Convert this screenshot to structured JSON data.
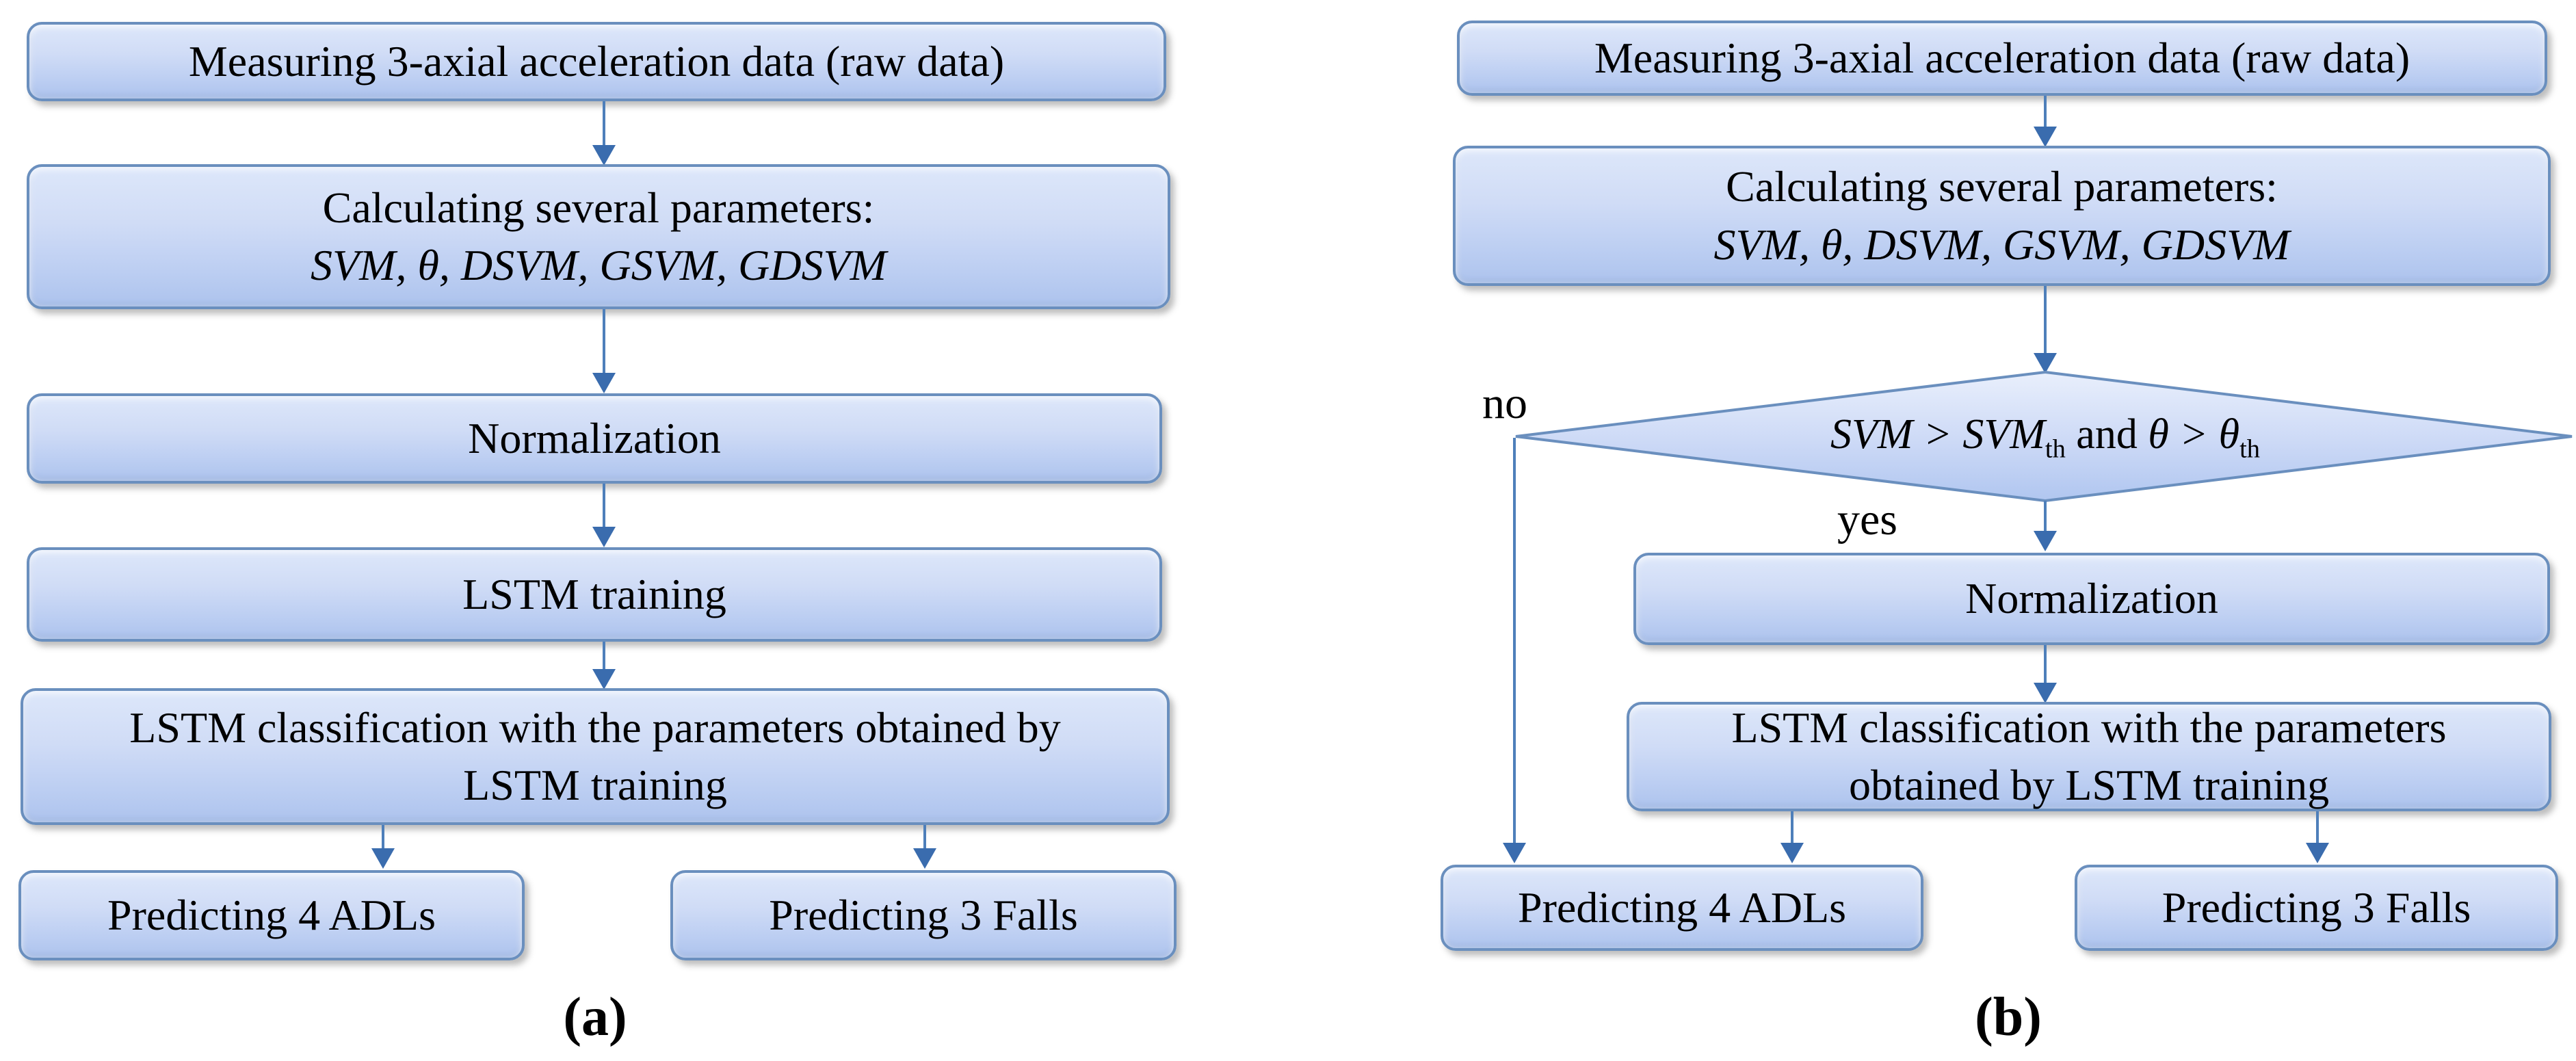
{
  "figure": {
    "panel_a_label": "(a)",
    "panel_b_label": "(b)"
  },
  "style": {
    "box_border_color": "#6a8fbe",
    "box_fill_top": "#dde7fa",
    "box_fill_bottom": "#adc3ed",
    "arrow_color": "#4e7fba",
    "arrowhead_color": "#3a6cae",
    "text_color": "#000000",
    "background_color": "#ffffff"
  },
  "flow_a": {
    "measure": "Measuring 3-axial acceleration data (raw data)",
    "calc_line1": "Calculating several parameters:",
    "calc_line2": "SVM, θ, DSVM, GSVM, GDSVM",
    "normalization": "Normalization",
    "training": "LSTM training",
    "classification_line1": "LSTM classification with the parameters obtained by",
    "classification_line2": "LSTM training",
    "predict_adls": "Predicting 4 ADLs",
    "predict_falls": "Predicting 3 Falls"
  },
  "flow_b": {
    "measure": "Measuring 3-axial acceleration data (raw data)",
    "calc_line1": "Calculating several parameters:",
    "calc_line2": "SVM, θ, DSVM, GSVM, GDSVM",
    "decision": {
      "lhs": "SVM > SVM",
      "lhs_sub": "th",
      "conj": " and ",
      "rhs": "θ > θ",
      "rhs_sub": "th"
    },
    "branch_no": "no",
    "branch_yes": "yes",
    "normalization": "Normalization",
    "classification_line1": "LSTM classification with the parameters",
    "classification_line2": "obtained by LSTM training",
    "predict_adls": "Predicting 4 ADLs",
    "predict_falls": "Predicting 3 Falls"
  }
}
